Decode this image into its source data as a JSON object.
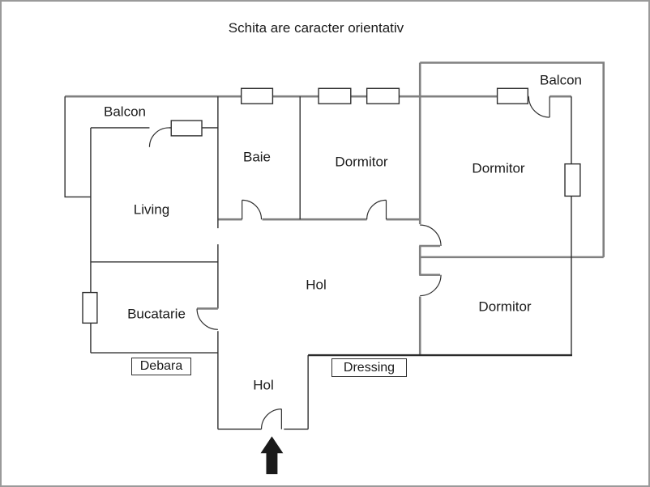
{
  "title": "Schita are caracter orientativ",
  "rooms": {
    "balcon_left": "Balcon",
    "living": "Living",
    "baie": "Baie",
    "dormitor_top": "Dormitor",
    "balcon_right": "Balcon",
    "dormitor_right": "Dormitor",
    "hol_main": "Hol",
    "bucatarie": "Bucatarie",
    "debara": "Debara",
    "hol_lower": "Hol",
    "dressing": "Dressing",
    "dormitor_bottom": "Dormitor"
  },
  "icons": {
    "entrance_arrow": "up-arrow"
  },
  "colors": {
    "wall_main": "#808080",
    "wall_thin": "#2f2f2f",
    "text": "#1a1a1a",
    "border": "#9a9a9a"
  }
}
